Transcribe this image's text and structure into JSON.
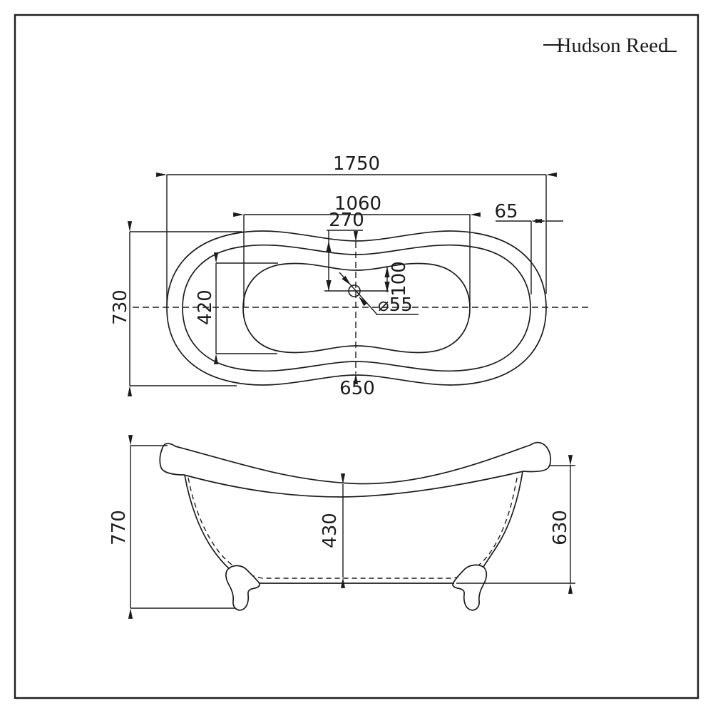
{
  "colors": {
    "ink": "#1c1c1c",
    "background": "#ffffff"
  },
  "brand": {
    "name": "Hudson Reed"
  },
  "views": {
    "plan": {
      "title": "bath-top-view",
      "dims": {
        "overall_length": "1750",
        "basin_length": "1060",
        "rim_to_drain": "270",
        "end_rim_width": "65",
        "overall_width": "730",
        "basin_width": "420",
        "basin_edge_to_drain": "100",
        "drain_diameter": "⌀55",
        "waist_width": "650"
      }
    },
    "front": {
      "title": "bath-front-view",
      "dims": {
        "overall_height": "770",
        "internal_depth": "430",
        "rim_underside_height": "630"
      }
    }
  }
}
